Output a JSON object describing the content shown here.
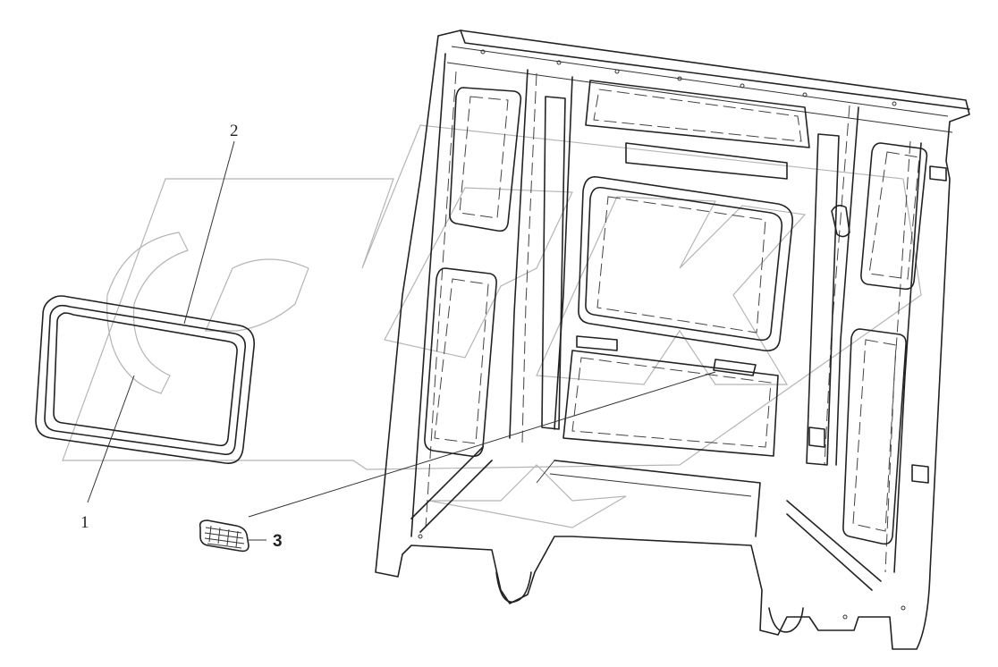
{
  "callouts": [
    {
      "id": "1",
      "text": "1"
    },
    {
      "id": "2",
      "text": "2"
    },
    {
      "id": "3",
      "text": "3"
    }
  ],
  "colors": {
    "line": "#222222",
    "watermark": "#b5b5b5",
    "background": "#ffffff"
  }
}
